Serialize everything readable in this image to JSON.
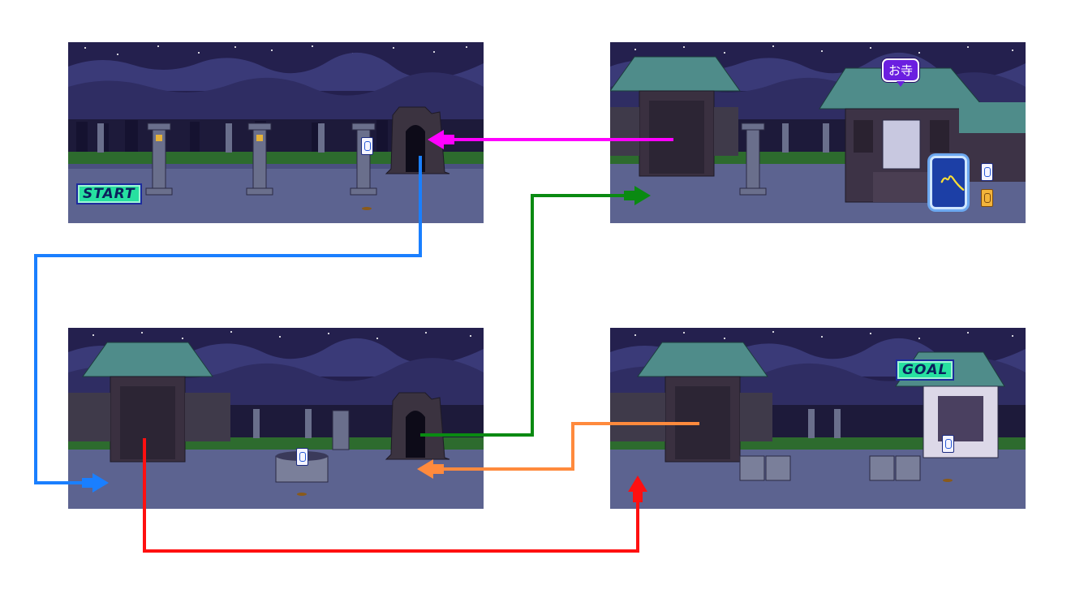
{
  "scenes": {
    "start": {
      "label": "START"
    },
    "temple": {
      "bubble": "お寺"
    },
    "gate": {},
    "goal": {
      "label": "GOAL"
    }
  },
  "arrows": [
    {
      "name": "magenta-arrow",
      "color": "#ff00ff"
    },
    {
      "name": "blue-arrow",
      "color": "#1a7fff"
    },
    {
      "name": "green-arrow",
      "color": "#0a8a12"
    },
    {
      "name": "orange-arrow",
      "color": "#ff8a3d"
    },
    {
      "name": "red-arrow",
      "color": "#ff1010"
    }
  ]
}
